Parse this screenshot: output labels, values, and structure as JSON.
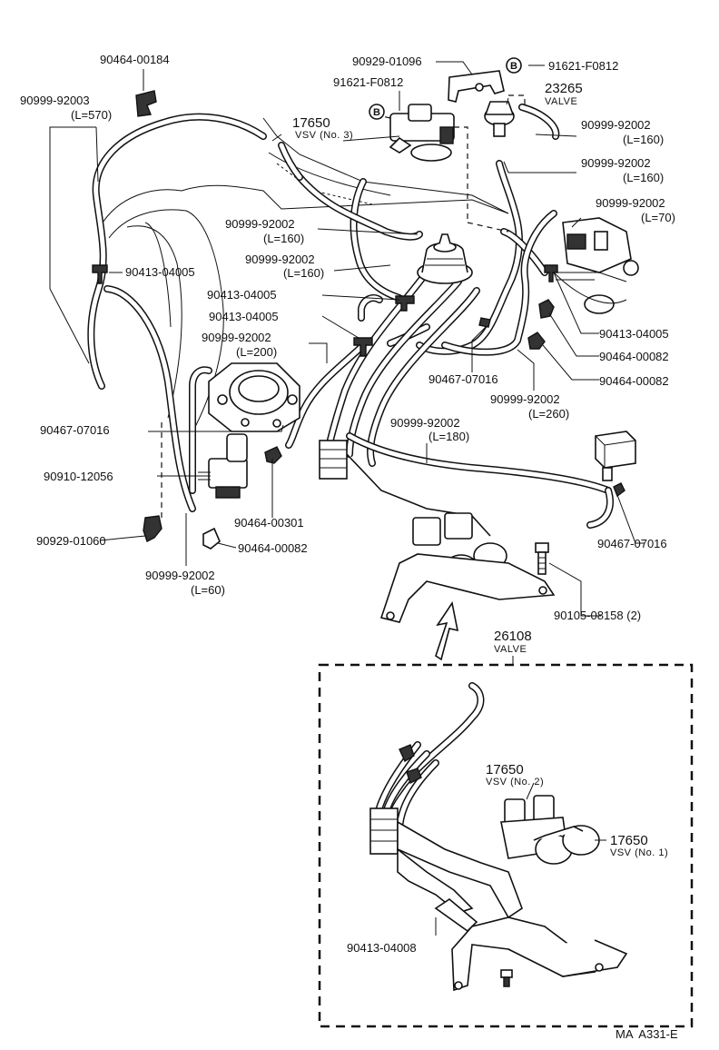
{
  "labels": {
    "p_90464_00184": "90464-00184",
    "p_90999_92003": "90999-92003",
    "p_90999_92003_len": "(L=570)",
    "p_90929_01096": "90929-01096",
    "p_91621_f0812_a": "91621-F0812",
    "p_91621_f0812_b": "91621-F0812",
    "b_mark": "B",
    "p_23265": "23265",
    "p_23265_name": "VALVE",
    "p_17650_vsv3": "17650",
    "p_17650_vsv3_name": "VSV (No. 3)",
    "p_90999_92002_160_r1": "90999-92002",
    "p_90999_92002_160_r1_len": "(L=160)",
    "p_90999_92002_160_r2": "90999-92002",
    "p_90999_92002_160_r2_len": "(L=160)",
    "p_90999_92002_70": "90999-92002",
    "p_90999_92002_70_len": "(L=70)",
    "p_90999_92002_160_l1": "90999-92002",
    "p_90999_92002_160_l1_len": "(L=160)",
    "p_90999_92002_160_l2": "90999-92002",
    "p_90999_92002_160_l2_len": "(L=160)",
    "p_90413_04005_left": "90413-04005",
    "p_90413_04005_c1": "90413-04005",
    "p_90413_04005_c2": "90413-04005",
    "p_90413_04005_right": "90413-04005",
    "p_90999_92002_200": "90999-92002",
    "p_90999_92002_200_len": "(L=200)",
    "p_90464_00082_r1": "90464-00082",
    "p_90464_00082_r2": "90464-00082",
    "p_90467_07016_c": "90467-07016",
    "p_90999_92002_260": "90999-92002",
    "p_90999_92002_260_len": "(L=260)",
    "p_90467_07016_l": "90467-07016",
    "p_90999_92002_180": "90999-92002",
    "p_90999_92002_180_len": "(L=180)",
    "p_90910_12056": "90910-12056",
    "p_90464_00301": "90464-00301",
    "p_90929_01060": "90929-01060",
    "p_90464_00082_l": "90464-00082",
    "p_90467_07016_r": "90467-07016",
    "p_90999_92002_60": "90999-92002",
    "p_90999_92002_60_len": "(L=60)",
    "p_90105_08158": "90105-08158 (2)",
    "p_26108": "26108",
    "p_26108_name": "VALVE",
    "p_17650_vsv2": "17650",
    "p_17650_vsv2_name": "VSV (No. 2)",
    "p_17650_vsv1": "17650",
    "p_17650_vsv1_name": "VSV (No. 1)",
    "p_90413_04008": "90413-04008",
    "ref_code": "MA  A331-E"
  }
}
